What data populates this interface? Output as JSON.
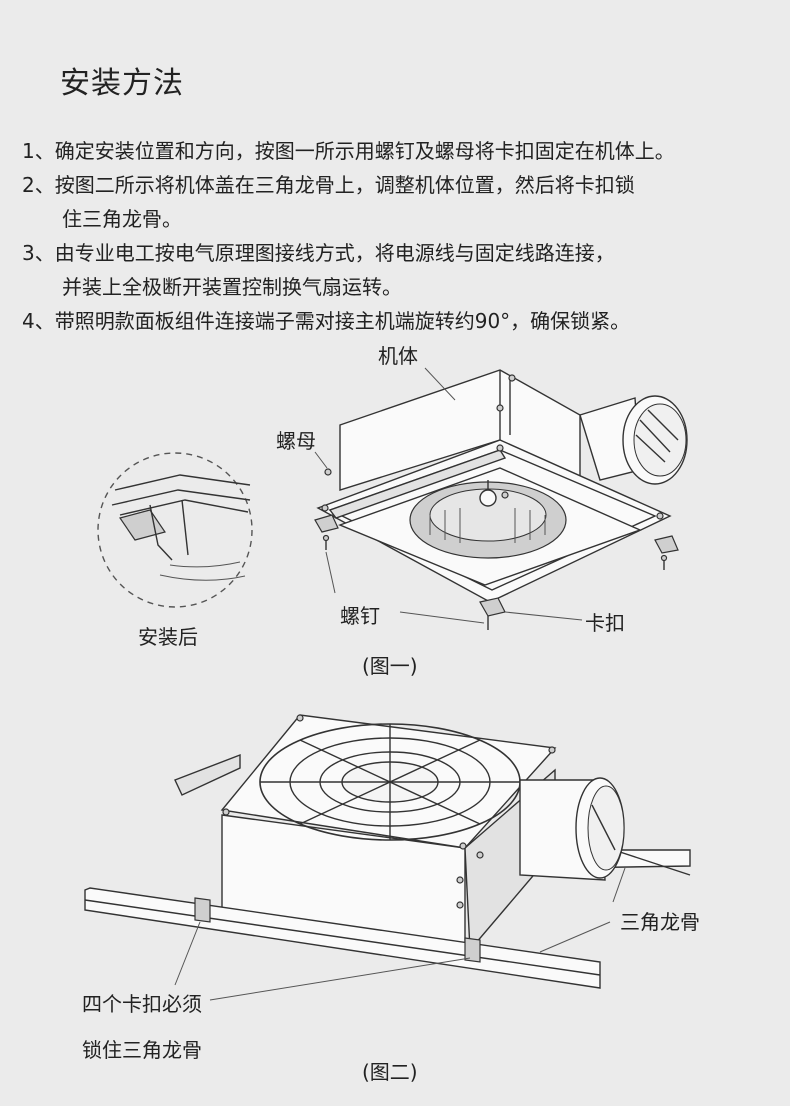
{
  "title": "安装方法",
  "steps": [
    {
      "line1": "1、确定安装位置和方向，按图一所示用螺钉及螺母将卡扣固定在机体上。"
    },
    {
      "line1": "2、按图二所示将机体盖在三角龙骨上，调整机体位置，然后将卡扣锁",
      "line2": "住三角龙骨。"
    },
    {
      "line1": "3、由专业电工按电气原理图接线方式，将电源线与固定线路连接，",
      "line2": "并装上全极断开装置控制换气扇运转。"
    },
    {
      "line1": "4、带照明款面板组件连接端子需对接主机端旋转约90°，确保锁紧。"
    }
  ],
  "figure1": {
    "labels": {
      "body": "机体",
      "nut": "螺母",
      "after_install": "安装后",
      "screw": "螺钉",
      "clip": "卡扣"
    },
    "caption": "(图一)"
  },
  "figure2": {
    "labels": {
      "keel": "三角龙骨",
      "note_line1": "四个卡扣必须",
      "note_line2": "锁住三角龙骨"
    },
    "caption": "(图二)"
  }
}
